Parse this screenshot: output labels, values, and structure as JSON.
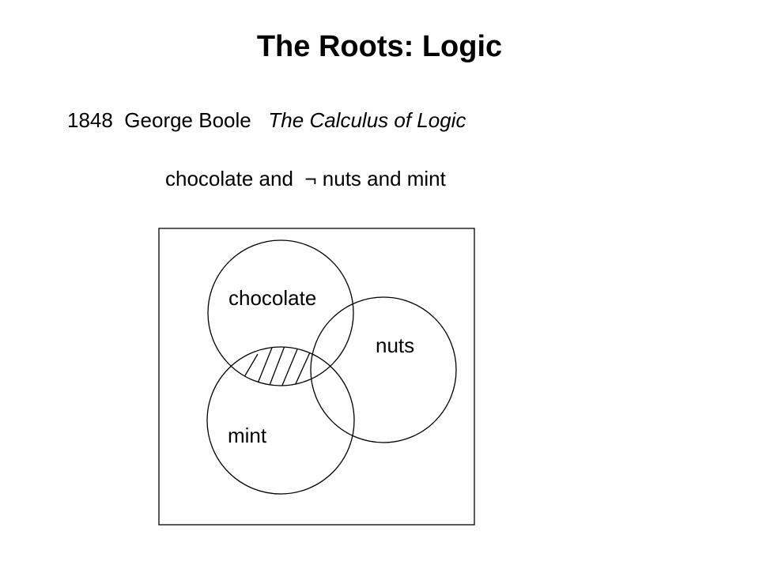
{
  "slide": {
    "title": "The Roots: Logic"
  },
  "citation": {
    "year": "1848",
    "author": "George Boole",
    "work": "The Calculus of Logic"
  },
  "expression": {
    "part1": "chocolate and",
    "negation_symbol": "¬",
    "part2": "nuts and mint"
  },
  "venn": {
    "sets": {
      "chocolate": "chocolate",
      "nuts": "nuts",
      "mint": "mint"
    },
    "highlighted_region": "chocolate and mint and not nuts",
    "stroke_color": "#000000",
    "background_color": "#ffffff"
  }
}
